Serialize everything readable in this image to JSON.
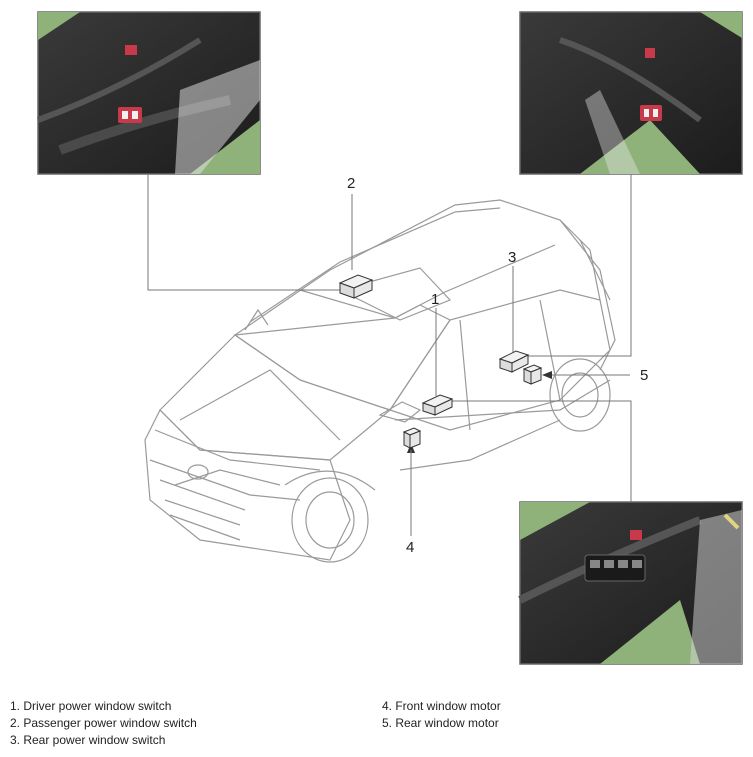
{
  "callouts": [
    "1",
    "2",
    "3",
    "4",
    "5"
  ],
  "legend": {
    "left": [
      "1. Driver power window switch",
      "2. Passenger power window switch",
      "3. Rear power window switch"
    ],
    "right": [
      "4. Front window motor",
      "5. Rear window motor"
    ]
  },
  "colors": {
    "line": "#777777",
    "photo_bg": "#2b2b2b",
    "photo_green": "#8fb27a",
    "switch_red": "#c83a4a"
  }
}
